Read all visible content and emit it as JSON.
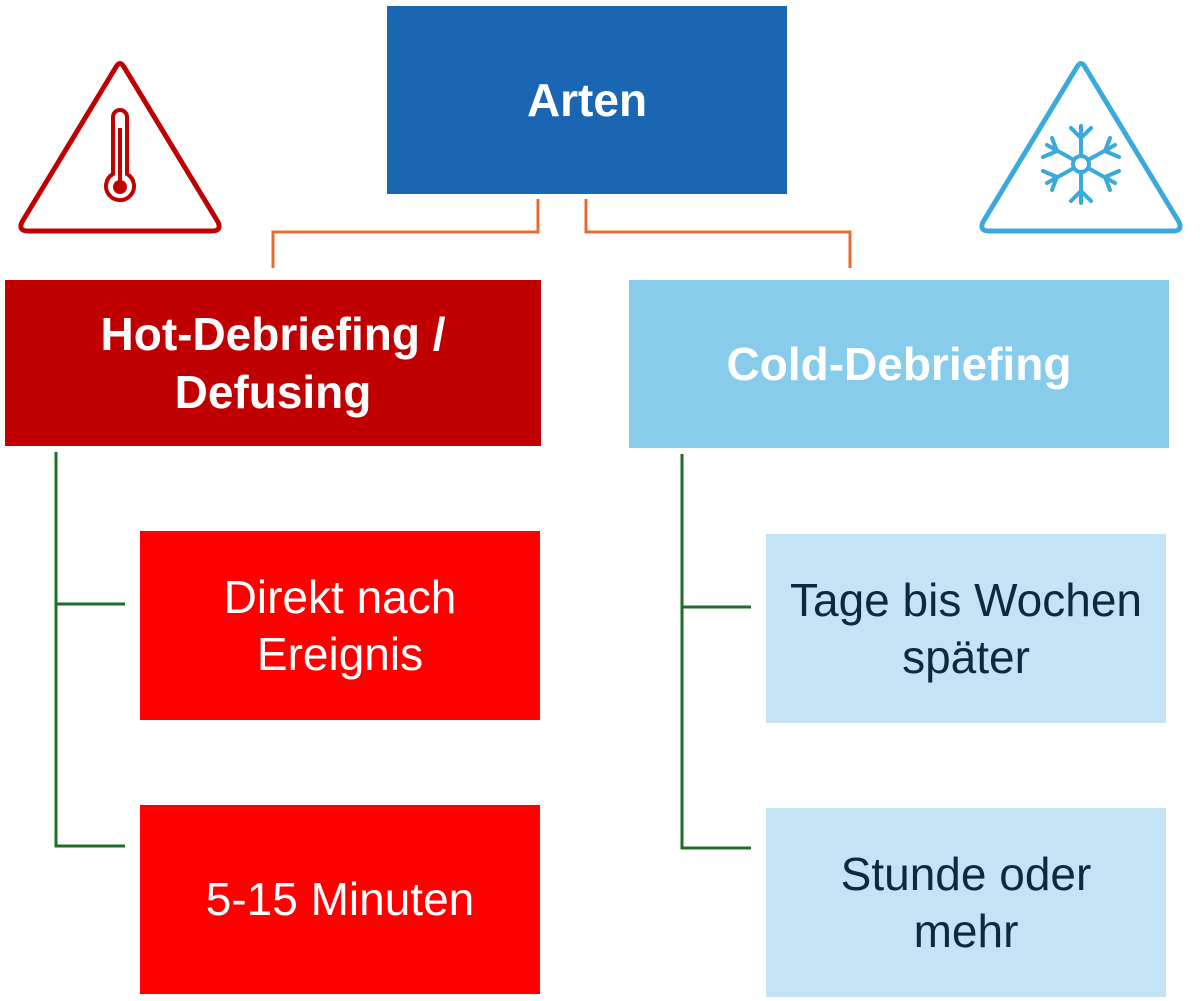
{
  "diagram": {
    "root": {
      "label": "Arten"
    },
    "branches": [
      {
        "label": "Hot-Debriefing /\nDefusing",
        "icon": "thermometer-warning-icon",
        "color": "#c00000",
        "children": [
          {
            "label": "Direkt nach\nEreignis"
          },
          {
            "label": "5-15 Minuten"
          }
        ]
      },
      {
        "label": "Cold-Debriefing",
        "icon": "snowflake-warning-icon",
        "color": "#88ccec",
        "children": [
          {
            "label": "Tage bis Wochen\nspäter"
          },
          {
            "label": "Stunde oder\nmehr"
          }
        ]
      }
    ]
  },
  "colors": {
    "root": "#1a66b3",
    "hot": "#c00000",
    "hot_child": "#ff0000",
    "cold": "#88ccec",
    "cold_child": "#c4e4f5",
    "root_connector": "#e46c33",
    "branch_connector": "#1e6e2a",
    "hot_icon": "#c00000",
    "cold_icon": "#3aa9dc"
  }
}
